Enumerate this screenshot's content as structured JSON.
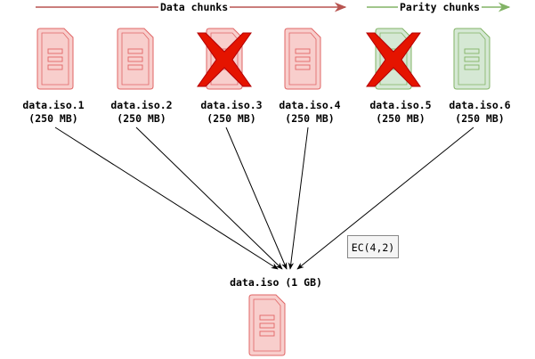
{
  "headers": {
    "data": "Data chunks",
    "parity": "Parity chunks"
  },
  "chunks": [
    {
      "name": "data.iso.1",
      "size": "(250 MB)",
      "kind": "data",
      "failed": false
    },
    {
      "name": "data.iso.2",
      "size": "(250 MB)",
      "kind": "data",
      "failed": false
    },
    {
      "name": "data.iso.3",
      "size": "(250 MB)",
      "kind": "data",
      "failed": true
    },
    {
      "name": "data.iso.4",
      "size": "(250 MB)",
      "kind": "data",
      "failed": false
    },
    {
      "name": "data.iso.5",
      "size": "(250 MB)",
      "kind": "parity",
      "failed": true
    },
    {
      "name": "data.iso.6",
      "size": "(250 MB)",
      "kind": "parity",
      "failed": false
    }
  ],
  "result": {
    "name": "data.iso (1 GB)"
  },
  "ec_label": "EC(4,2)",
  "colors": {
    "data_fill": "#f8cecc",
    "data_stroke": "#e06666",
    "parity_fill": "#d5e8d4",
    "parity_stroke": "#82b366",
    "data_arrow": "#b85450",
    "parity_arrow": "#82b366",
    "failed_mark": "#e51400"
  }
}
